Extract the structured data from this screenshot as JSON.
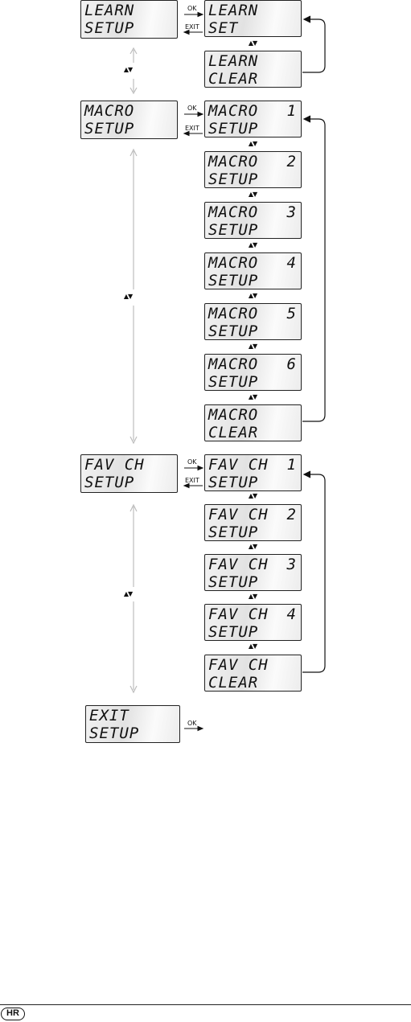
{
  "keys": {
    "ok": "OK",
    "exit": "EXIT",
    "updown": "▲▼"
  },
  "learn": {
    "menu": [
      "LEARN",
      "SETUP"
    ],
    "set": [
      "LEARN",
      "SET"
    ],
    "clear": [
      "LEARN",
      "CLEAR"
    ]
  },
  "macro": {
    "menu": [
      "MACRO",
      "SETUP"
    ],
    "items": [
      {
        "line1": "MACRO",
        "num": "1",
        "line2": "SETUP"
      },
      {
        "line1": "MACRO",
        "num": "2",
        "line2": "SETUP"
      },
      {
        "line1": "MACRO",
        "num": "3",
        "line2": "SETUP"
      },
      {
        "line1": "MACRO",
        "num": "4",
        "line2": "SETUP"
      },
      {
        "line1": "MACRO",
        "num": "5",
        "line2": "SETUP"
      },
      {
        "line1": "MACRO",
        "num": "6",
        "line2": "SETUP"
      }
    ],
    "clear": [
      "MACRO",
      "CLEAR"
    ]
  },
  "fav": {
    "menu": [
      "FAV CH",
      "SETUP"
    ],
    "items": [
      {
        "line1": "FAV CH",
        "num": "1",
        "line2": "SETUP"
      },
      {
        "line1": "FAV CH",
        "num": "2",
        "line2": "SETUP"
      },
      {
        "line1": "FAV CH",
        "num": "3",
        "line2": "SETUP"
      },
      {
        "line1": "FAV CH",
        "num": "4",
        "line2": "SETUP"
      }
    ],
    "clear": [
      "FAV CH",
      "CLEAR"
    ]
  },
  "exit": {
    "menu": [
      "EXIT",
      "SETUP"
    ]
  },
  "footer": {
    "badge": "HR"
  }
}
